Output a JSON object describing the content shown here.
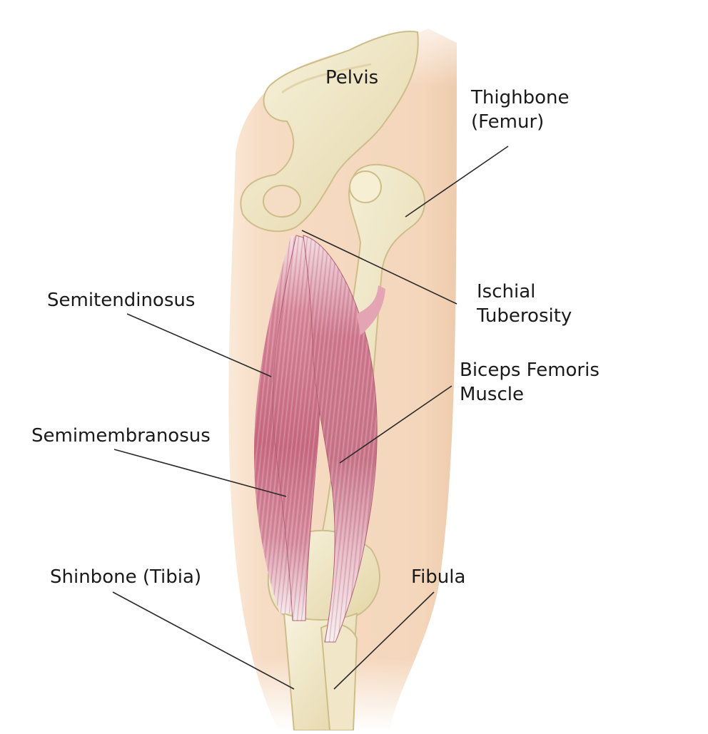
{
  "labels": {
    "pelvis": "Pelvis",
    "thighbone_line1": "Thighbone",
    "thighbone_line2": "(Femur)",
    "ischial_line1": "Ischial",
    "ischial_line2": "Tuberosity",
    "semitendinosus": "Semitendinosus",
    "biceps_line1": "Biceps Femoris",
    "biceps_line2": "Muscle",
    "semimembranosus": "Semimembranosus",
    "shinbone": "Shinbone (Tibia)",
    "fibula": "Fibula"
  },
  "colors": {
    "skin": "#f6dcc4",
    "bone": "#efe6c6",
    "bone_shadow": "#d9cb9a",
    "muscle": "#c96f84",
    "muscle_light": "#f2d3da",
    "tendon": "#f6eef0",
    "leader_line": "#2a2a2a",
    "text": "#1a1a1a"
  }
}
